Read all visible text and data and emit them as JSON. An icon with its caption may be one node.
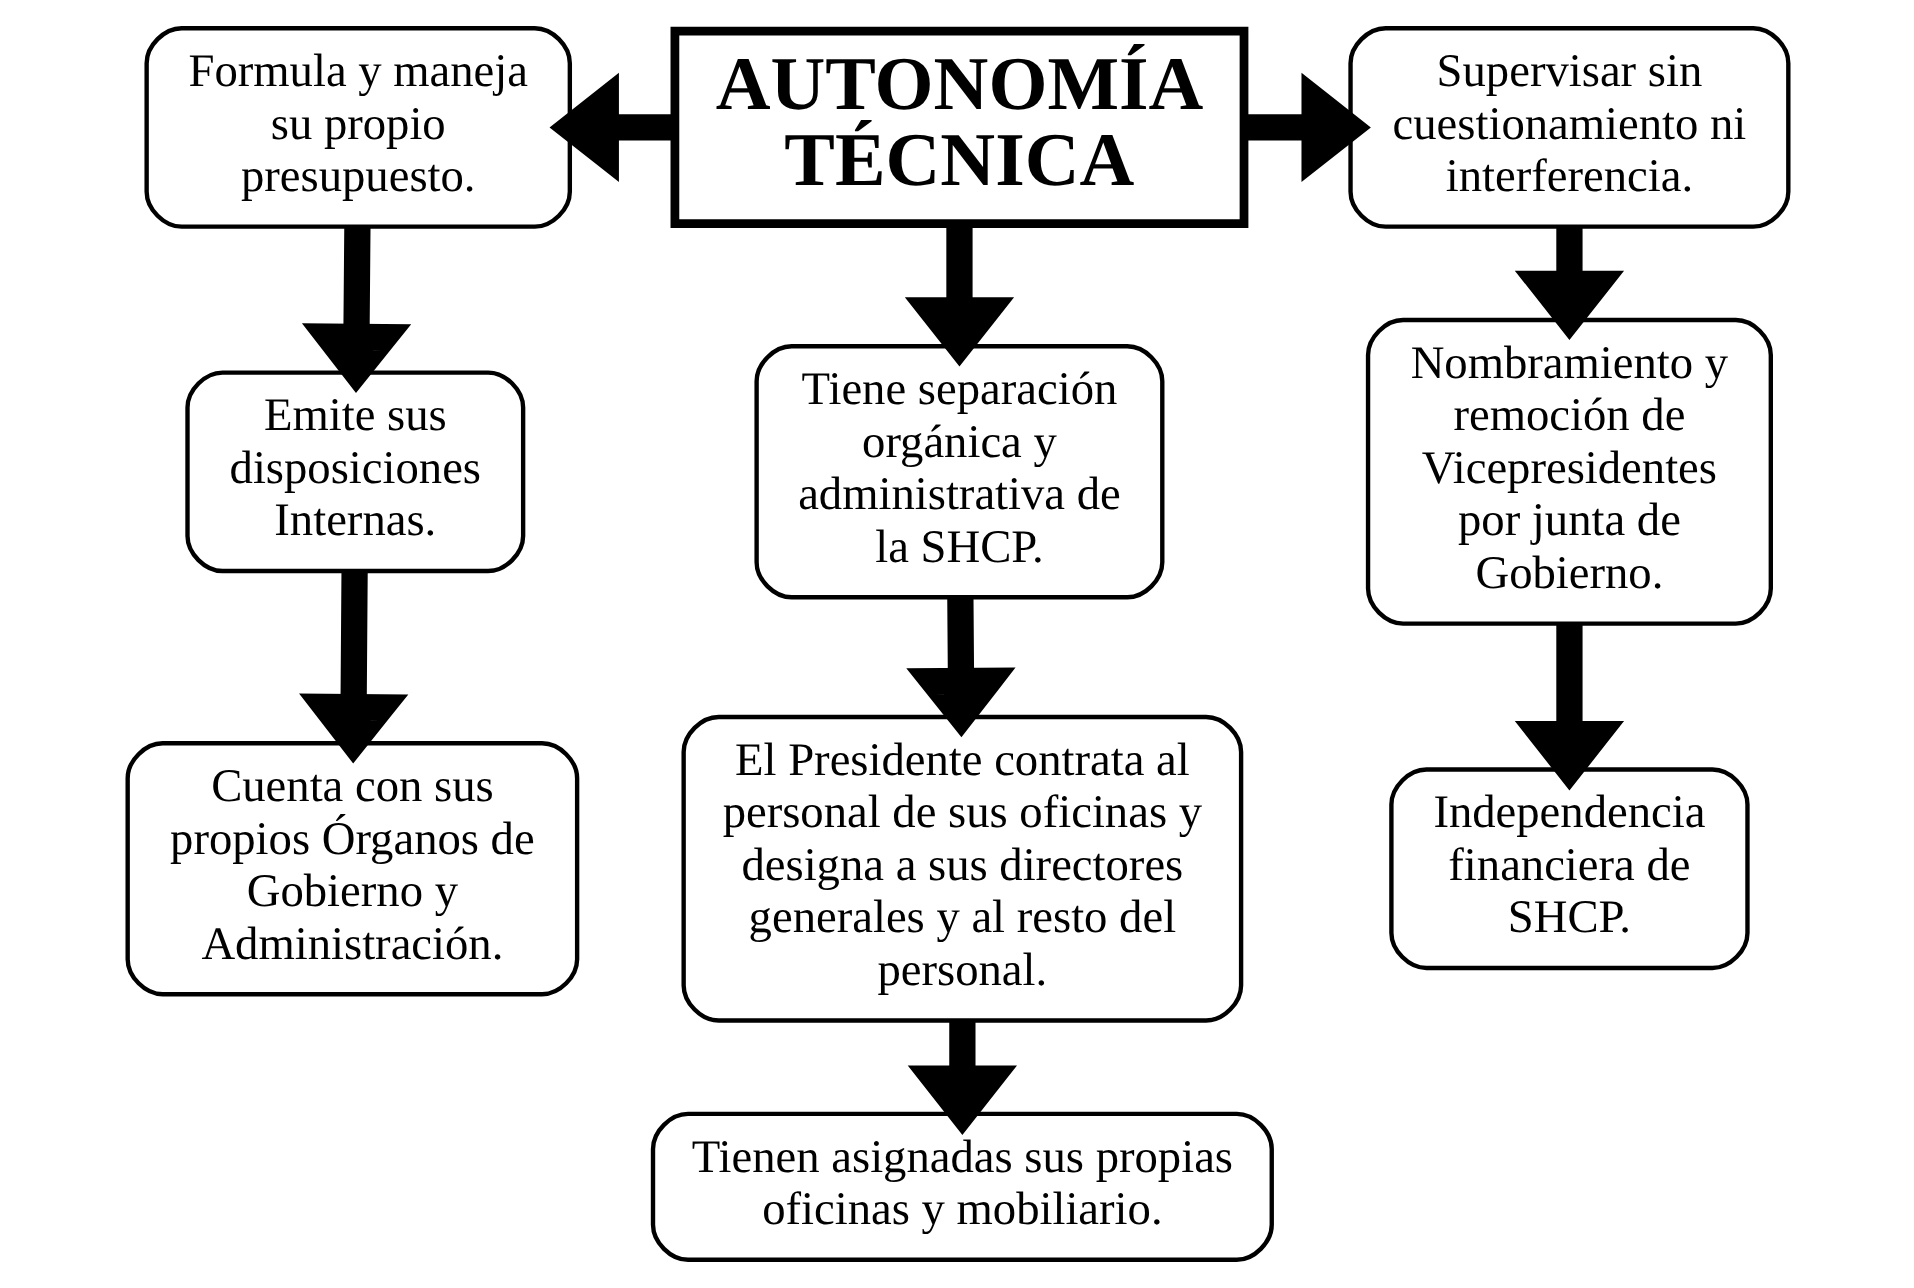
{
  "diagram": {
    "nodes": [
      {
        "text": [
          "AUTONOMÍA TÉCNICA"
        ]
      },
      {
        "text": [
          "Formula y maneja su propio presupuesto."
        ]
      },
      {
        "text": [
          "Supervisar sin cuestionamiento ni interferencia."
        ]
      },
      {
        "text": [
          "Emite sus disposiciones Internas."
        ]
      },
      {
        "text": [
          "Cuenta con sus propios Órganos de Gobierno y Administración."
        ]
      },
      {
        "text": [
          "Tiene separación orgánica y administrativa de la SHCP."
        ]
      },
      {
        "text": [
          "El Presidente contrata al personal de sus oficinas y designa a sus directores generales y al resto del personal."
        ]
      },
      {
        "text": [
          "Tienen asignadas sus propias oficinas y mobiliario."
        ]
      },
      {
        "text": [
          "Nombramiento y remoción de Vicepresidentes por junta de Gobierno."
        ]
      },
      {
        "text": [
          "Independencia financiera de SHCP."
        ]
      }
    ],
    "edges": [
      {
        "from": 0,
        "to": 1,
        "arrow": "to"
      },
      {
        "from": 0,
        "to": 2,
        "arrow": "to"
      },
      {
        "from": 1,
        "to": 3,
        "arrow": "to"
      },
      {
        "from": 3,
        "to": 4,
        "arrow": "to"
      },
      {
        "from": 0,
        "to": 5,
        "arrow": "to"
      },
      {
        "from": 5,
        "to": 6,
        "arrow": "to"
      },
      {
        "from": 6,
        "to": 7,
        "arrow": "to"
      },
      {
        "from": 2,
        "to": 8,
        "arrow": "to"
      },
      {
        "from": 8,
        "to": 9,
        "arrow": "to"
      }
    ]
  }
}
